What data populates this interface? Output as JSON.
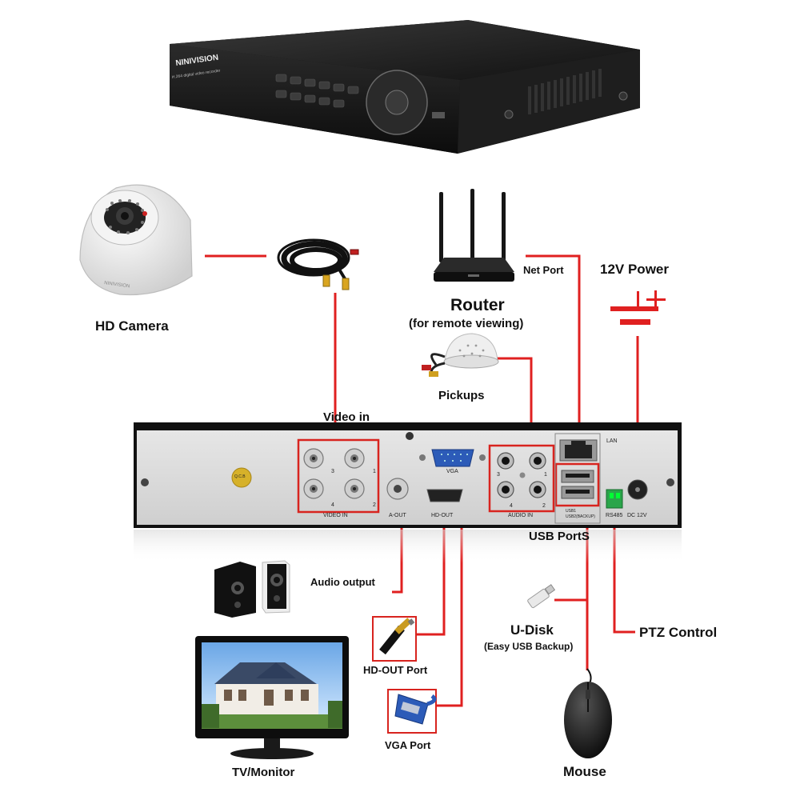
{
  "dvr_top": {
    "brand": "NINIVISION",
    "model_text": "H.264 digital video recorder"
  },
  "labels": {
    "hd_camera": "HD Camera",
    "router": "Router",
    "router_sub": "(for remote viewing)",
    "net_port": "Net Port",
    "power": "12V Power",
    "pickups": "Pickups",
    "video_in": "Video in",
    "usb_ports": "USB PortS",
    "audio_output": "Audio output",
    "u_disk": "U-Disk",
    "u_disk_sub": "(Easy USB Backup)",
    "ptz_control": "PTZ Control",
    "hd_out_port": "HD-OUT Port",
    "vga_port": "VGA Port",
    "tv_monitor": "TV/Monitor",
    "mouse": "Mouse"
  },
  "rear_panel": {
    "video_in": "VIDEO IN",
    "a_out": "A-OUT",
    "hd_out": "HD-OUT",
    "vga": "VGA",
    "audio_in": "AUDIO IN",
    "lan": "LAN",
    "usb1": "USB1",
    "usb2": "USB2(BACKUP)",
    "rs485": "RS485",
    "dc12v": "DC 12V",
    "qc": "Q.C.B",
    "ch1": "1",
    "ch2": "2",
    "ch3": "3",
    "ch4": "4"
  },
  "colors": {
    "connector_line": "#e02020",
    "highlight_box": "#d8241f",
    "panel": "#dcdcdc",
    "chassis": "#1a1a1a"
  },
  "icons": [
    "dvr-top-icon",
    "dome-camera-icon",
    "bnc-cable-icon",
    "router-icon",
    "power-symbol-icon",
    "microphone-icon",
    "speaker-icon",
    "monitor-icon",
    "hdmi-cable-icon",
    "vga-cable-icon",
    "usb-drive-icon",
    "mouse-icon"
  ]
}
